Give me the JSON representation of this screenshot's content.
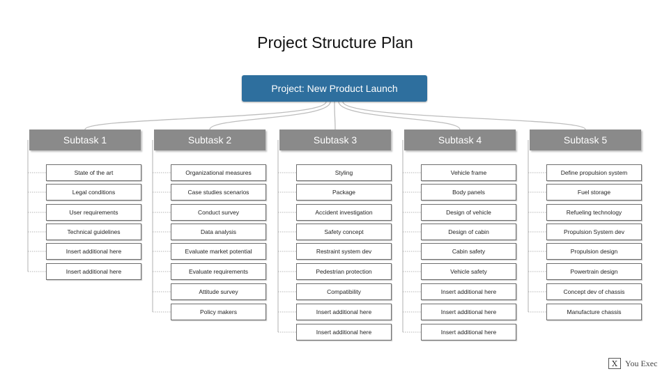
{
  "title": "Project Structure Plan",
  "root": {
    "label": "Project: New Product Launch"
  },
  "subtasks": [
    {
      "label": "Subtask 1",
      "items": [
        "State of the art",
        "Legal conditions",
        "User requirements",
        "Technical guidelines",
        "Insert additional here",
        "Insert additional here"
      ]
    },
    {
      "label": "Subtask 2",
      "items": [
        "Organizational measures",
        "Case studies scenarios",
        "Conduct survey",
        "Data analysis",
        "Evaluate market potential",
        "Evaluate requirements",
        "Attitude survey",
        "Policy makers"
      ]
    },
    {
      "label": "Subtask 3",
      "items": [
        "Styling",
        "Package",
        "Accident investigation",
        "Safety concept",
        "Restraint system dev",
        "Pedestrian protection",
        "Compatibility",
        "Insert additional here",
        "Insert additional here"
      ]
    },
    {
      "label": "Subtask 4",
      "items": [
        "Vehicle frame",
        "Body panels",
        "Design of vehicle",
        "Design of cabin",
        "Cabin safety",
        "Vehicle safety",
        "Insert additional here",
        "Insert additional here",
        "Insert additional here"
      ]
    },
    {
      "label": "Subtask 5",
      "items": [
        "Define propulsion system",
        "Fuel storage",
        "Refueling technology",
        "Propulsion System dev",
        "Propulsion design",
        "Powertrain design",
        "Concept dev of chassis",
        "Manufacture chassis"
      ]
    }
  ],
  "logo": {
    "mark": "X",
    "text": "You Exec"
  }
}
